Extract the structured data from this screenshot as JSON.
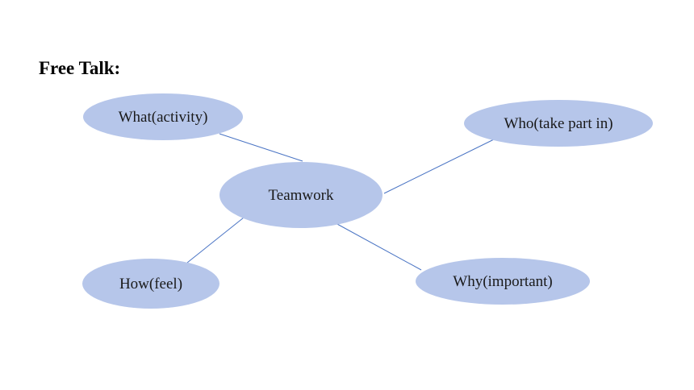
{
  "title": "Free Talk:",
  "colors": {
    "node_fill": "#b6c6ea",
    "connector": "#4a74c4",
    "text": "#1a1a1a"
  },
  "diagram": {
    "center": {
      "label": "Teamwork"
    },
    "nodes": [
      {
        "id": "what",
        "label": "What(activity)"
      },
      {
        "id": "who",
        "label": "Who(take part in)"
      },
      {
        "id": "how",
        "label": "How(feel)"
      },
      {
        "id": "why",
        "label": "Why(important)"
      }
    ]
  }
}
